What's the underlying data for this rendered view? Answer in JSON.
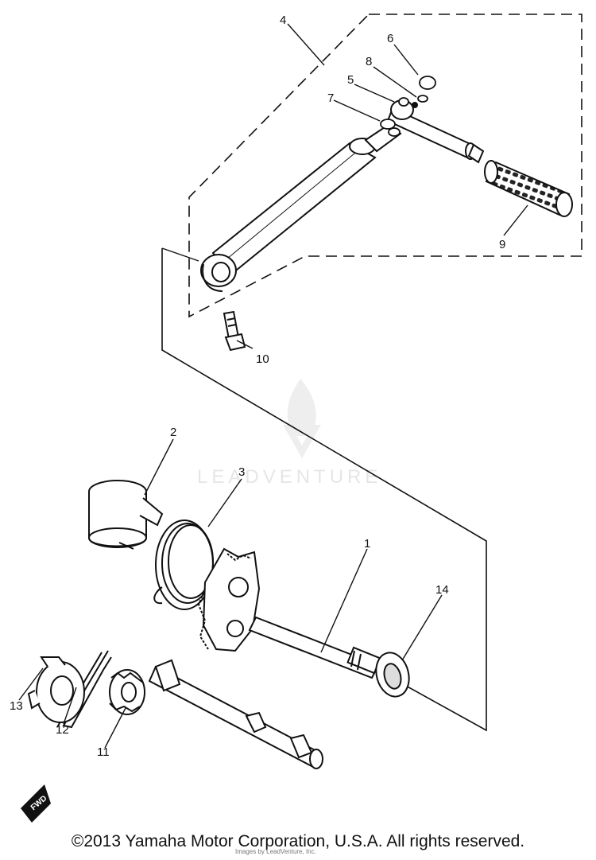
{
  "parts": [
    {
      "key": "p1",
      "number": "1"
    },
    {
      "key": "p2",
      "number": "2"
    },
    {
      "key": "p3",
      "number": "3"
    },
    {
      "key": "p4",
      "number": "4"
    },
    {
      "key": "p5",
      "number": "5"
    },
    {
      "key": "p6",
      "number": "6"
    },
    {
      "key": "p7",
      "number": "7"
    },
    {
      "key": "p8",
      "number": "8"
    },
    {
      "key": "p9",
      "number": "9"
    },
    {
      "key": "p10",
      "number": "10"
    },
    {
      "key": "p11",
      "number": "11"
    },
    {
      "key": "p12",
      "number": "12"
    },
    {
      "key": "p13",
      "number": "13"
    },
    {
      "key": "p14",
      "number": "14"
    }
  ],
  "fwd_badge": "FWD",
  "watermark": "LEADVENTURE",
  "copyright": "©2013 Yamaha Motor Corporation, U.S.A. All rights reserved.",
  "credit": "Images by LeadVenture, Inc."
}
